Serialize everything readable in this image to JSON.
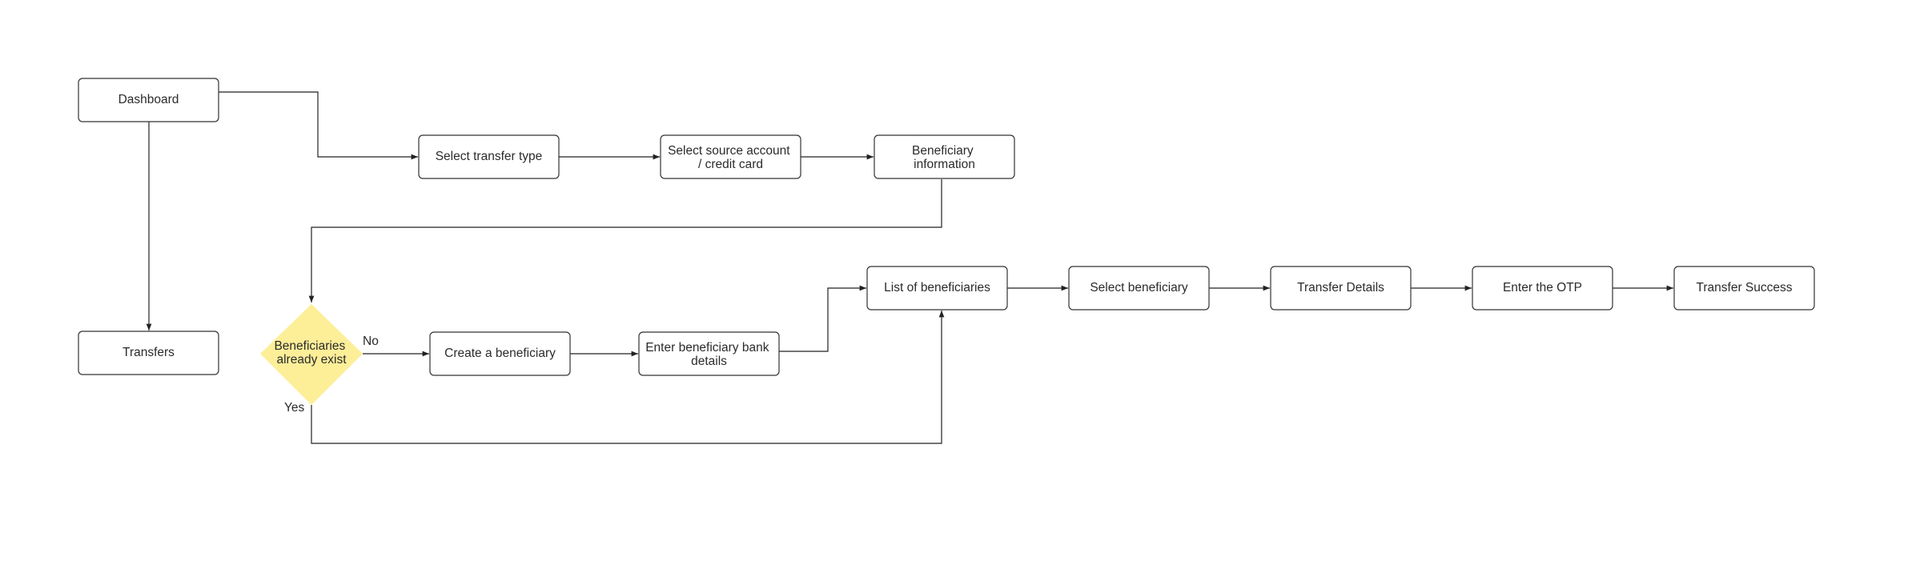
{
  "diagram": {
    "colors": {
      "node_fill": "#ffffff",
      "node_stroke": "#333333",
      "decision_fill": "#fdee98",
      "edge": "#222222",
      "text": "#2b2b2b"
    },
    "nodes": {
      "dashboard": {
        "label": "Dashboard"
      },
      "transfers": {
        "label": "Transfers"
      },
      "select_transfer_type": {
        "label": "Select transfer type"
      },
      "select_source_account": {
        "label": "Select source account / credit card",
        "lines": [
          "Select source account",
          "/ credit card"
        ]
      },
      "beneficiary_information": {
        "label": "Beneficiary information",
        "lines": [
          "Beneficiary",
          "information"
        ]
      },
      "beneficiaries_exist": {
        "label": "Beneficiaries already exist",
        "lines": [
          "Beneficiaries",
          "already exist"
        ],
        "shape": "diamond"
      },
      "create_beneficiary": {
        "label": "Create a beneficiary"
      },
      "enter_bank_details": {
        "label": "Enter beneficiary bank details",
        "lines": [
          "Enter beneficiary bank",
          "details"
        ]
      },
      "list_of_beneficiaries": {
        "label": "List of beneficiaries"
      },
      "select_beneficiary": {
        "label": "Select beneficiary"
      },
      "transfer_details": {
        "label": "Transfer Details"
      },
      "enter_otp": {
        "label": "Enter the OTP"
      },
      "transfer_success": {
        "label": "Transfer Success"
      }
    },
    "edges": [
      {
        "from": "dashboard",
        "to": "select_transfer_type",
        "label": ""
      },
      {
        "from": "dashboard",
        "to": "transfers",
        "label": ""
      },
      {
        "from": "select_transfer_type",
        "to": "select_source_account",
        "label": ""
      },
      {
        "from": "select_source_account",
        "to": "beneficiary_information",
        "label": ""
      },
      {
        "from": "beneficiary_information",
        "to": "beneficiaries_exist",
        "label": ""
      },
      {
        "from": "beneficiaries_exist",
        "to": "create_beneficiary",
        "label": "No"
      },
      {
        "from": "beneficiaries_exist",
        "to": "list_of_beneficiaries",
        "label": "Yes"
      },
      {
        "from": "create_beneficiary",
        "to": "enter_bank_details",
        "label": ""
      },
      {
        "from": "enter_bank_details",
        "to": "list_of_beneficiaries",
        "label": ""
      },
      {
        "from": "list_of_beneficiaries",
        "to": "select_beneficiary",
        "label": ""
      },
      {
        "from": "select_beneficiary",
        "to": "transfer_details",
        "label": ""
      },
      {
        "from": "transfer_details",
        "to": "enter_otp",
        "label": ""
      },
      {
        "from": "enter_otp",
        "to": "transfer_success",
        "label": ""
      }
    ]
  }
}
